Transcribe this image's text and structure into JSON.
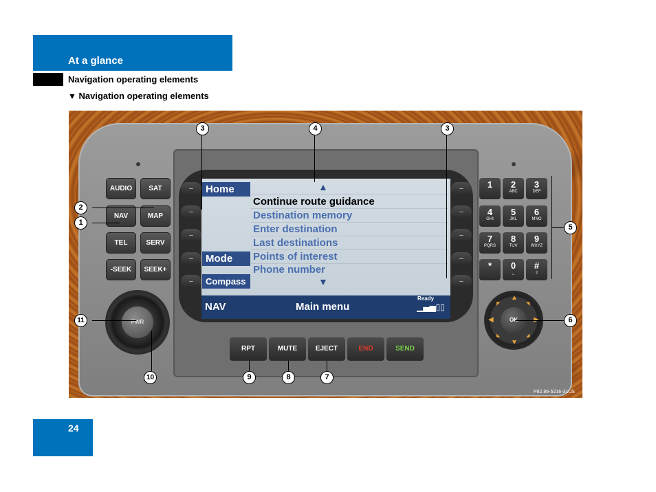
{
  "header": {
    "section": "At a glance",
    "subsection": "Navigation operating elements"
  },
  "section_title": "Navigation operating elements",
  "page_number": "24",
  "photo": {
    "part_number": "P82.86-5216-31US",
    "left_buttons": [
      "AUDIO",
      "SAT",
      "NAV",
      "MAP",
      "TEL",
      "SERV",
      "-SEEK",
      "SEEK+"
    ],
    "knob_label": "PWR",
    "bottom_buttons": [
      "RPT",
      "MUTE",
      "EJECT",
      "END",
      "SEND"
    ],
    "keypad": [
      {
        "digit": "1",
        "letters": ""
      },
      {
        "digit": "2",
        "letters": "ABC"
      },
      {
        "digit": "3",
        "letters": "DEF"
      },
      {
        "digit": "4",
        "letters": "GHI"
      },
      {
        "digit": "5",
        "letters": "JKL"
      },
      {
        "digit": "6",
        "letters": "MNO"
      },
      {
        "digit": "7",
        "letters": "PQRS"
      },
      {
        "digit": "8",
        "letters": "TUV"
      },
      {
        "digit": "9",
        "letters": "WXYZ"
      },
      {
        "digit": "*",
        "letters": ""
      },
      {
        "digit": "0",
        "letters": "⎵"
      },
      {
        "digit": "#",
        "letters": "⇧"
      }
    ],
    "ok_label": "OK",
    "soft_key_glyph": "–",
    "screen": {
      "soft_labels": [
        "Home",
        "Mode",
        "Compass"
      ],
      "menu_items": [
        "Continue route guidance",
        "Destination memory",
        "Enter destination",
        "Last destinations",
        "Points of interest",
        "Phone number"
      ],
      "status_left": "NAV",
      "status_center": "Main menu",
      "status_ready": "Ready",
      "signal": "▁▄▅▯▯"
    },
    "callouts": [
      "1",
      "2",
      "3",
      "3",
      "4",
      "5",
      "6",
      "7",
      "8",
      "9",
      "10",
      "11"
    ]
  }
}
